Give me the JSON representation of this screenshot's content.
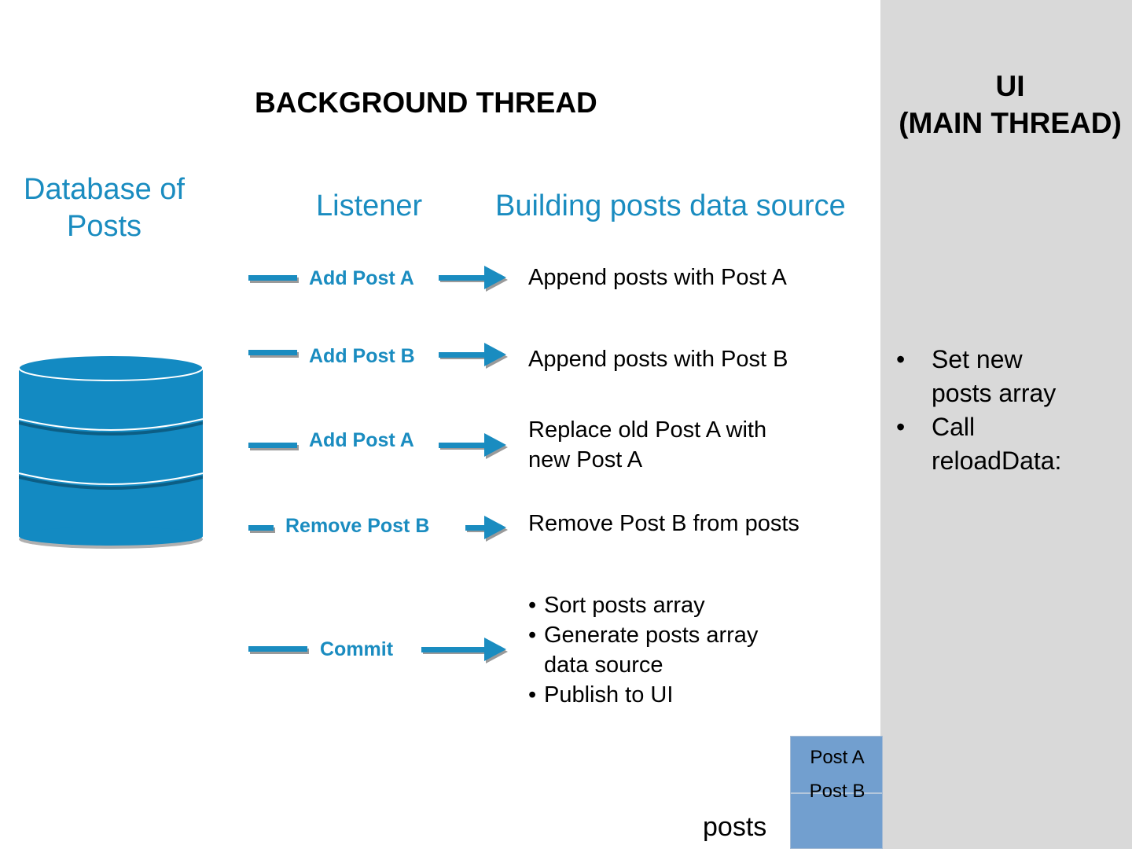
{
  "titles": {
    "background_thread": "BACKGROUND THREAD",
    "ui_line1": "UI",
    "ui_line2": "(MAIN THREAD)"
  },
  "columns": {
    "database_line1": "Database of",
    "database_line2": "Posts",
    "listener": "Listener",
    "building": "Building posts data source"
  },
  "colors": {
    "accent": "#1a8cc0",
    "ui_panel": "#d9d9d9",
    "posts_box": "#729fcf"
  },
  "events": [
    {
      "label": "Add Post A",
      "description": "Append posts with Post A"
    },
    {
      "label": "Add Post B",
      "description": "Append posts with Post B"
    },
    {
      "label": "Add Post A",
      "description_line1": "Replace old Post A with",
      "description_line2": "new Post A"
    },
    {
      "label": "Remove Post B",
      "description": "Remove Post B from posts"
    },
    {
      "label": "Commit",
      "bullets": [
        "Sort posts array",
        "Generate  posts array",
        "data source",
        "Publish to UI"
      ]
    }
  ],
  "ui_actions": {
    "item1_line1": "Set new",
    "item1_line2": "posts array",
    "item2_line1": "Call",
    "item2_line2": "reloadData:"
  },
  "posts_array": {
    "label": "posts",
    "items": [
      "Post A",
      "Post B"
    ]
  },
  "icons": {
    "database": "database-cylinder-icon",
    "arrow": "right-arrow-icon"
  }
}
